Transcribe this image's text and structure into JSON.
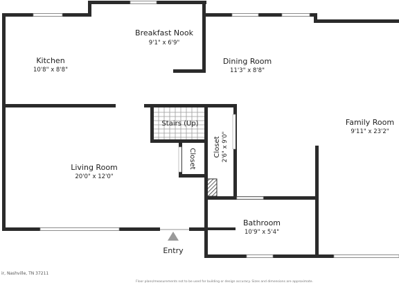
{
  "rooms": {
    "breakfast_nook": {
      "name": "Breakfast Nook",
      "dims": "9'1\" x 6'9\""
    },
    "kitchen": {
      "name": "Kitchen",
      "dims": "10'8\" x 8'8\""
    },
    "dining_room": {
      "name": "Dining Room",
      "dims": "11'3\" x 8'8\""
    },
    "family_room": {
      "name": "Family Room",
      "dims": "9'11\" x 23'2\""
    },
    "stairs": {
      "name": "Stairs (Up)"
    },
    "closet_small": {
      "name": "Closet"
    },
    "closet_large": {
      "name": "Closet",
      "dims": "2'6\" x 9'0\""
    },
    "living_room": {
      "name": "Living Room",
      "dims": "20'0\" x 12'0\""
    },
    "bathroom": {
      "name": "Bathroom",
      "dims": "10'9\" x 5'4\""
    }
  },
  "entry": {
    "label": "Entry"
  },
  "footer": {
    "address": "ir, Nashville, TN 37211",
    "disclaimer": "Floor plans/measurements not to be used for building or design accuracy. Sizes and dimensions are approximate."
  },
  "colors": {
    "wall": "#2b2b2b",
    "text": "#1e1e1e",
    "entry_marker": "#9a9a9a"
  }
}
